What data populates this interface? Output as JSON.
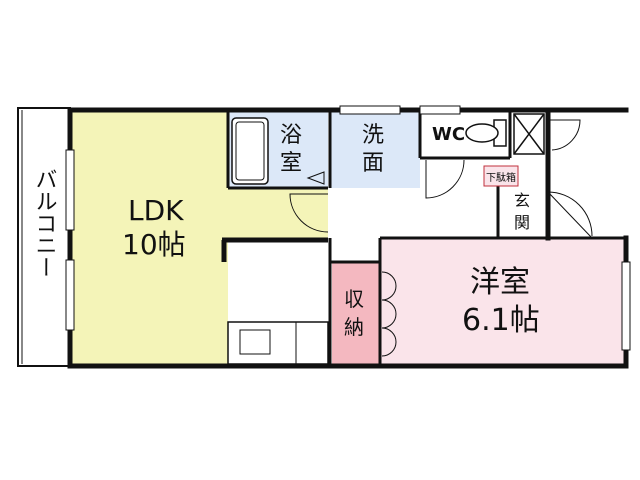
{
  "rooms": {
    "balcony": "バルコニー",
    "ldk_name": "LDK",
    "ldk_size": "10帖",
    "bath_1": "浴",
    "bath_2": "室",
    "wash_1": "洗",
    "wash_2": "面",
    "wc": "WC",
    "shoebox": "下駄箱",
    "entrance_1": "玄",
    "entrance_2": "関",
    "storage_1": "収",
    "storage_2": "納",
    "western_name": "洋室",
    "western_size": "6.1帖"
  },
  "colors": {
    "ldk": "#f4f4b8",
    "bath": "#dce8f8",
    "western": "#fae4ea",
    "storage": "#f4b8c0",
    "wall": "#111111"
  }
}
